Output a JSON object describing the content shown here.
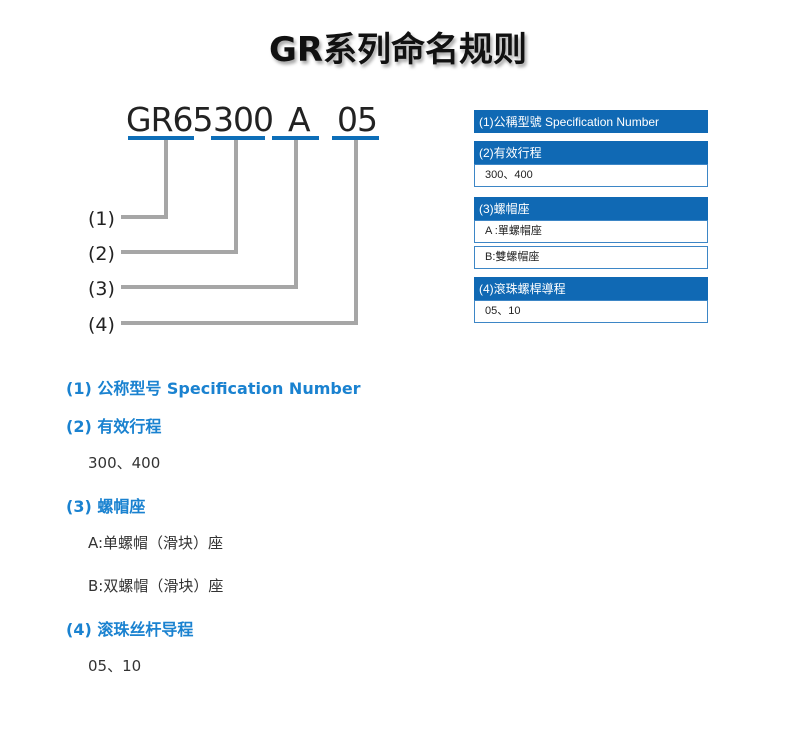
{
  "title": "GR系列命名规则",
  "code_parts": [
    "GR65",
    "300",
    "A",
    "05"
  ],
  "labels": [
    "(1)",
    "(2)",
    "(3)",
    "(4)"
  ],
  "spec_table": {
    "section1_title": "(1)公稱型號 Specification Number",
    "section2_title": "(2)有效行程",
    "section2_rows": [
      "300、400"
    ],
    "section3_title": "(3)螺帽座",
    "section3_rows": [
      "A :單螺帽座",
      "B:雙螺帽座"
    ],
    "section4_title": "(4)滾珠螺桿導程",
    "section4_rows": [
      "05、10"
    ]
  },
  "sections": [
    {
      "heading": "(1)  公称型号 Specification Number",
      "items": []
    },
    {
      "heading": "(2)  有效行程",
      "items": [
        "300、400"
      ]
    },
    {
      "heading": "(3)  螺帽座",
      "items": [
        "A:单螺帽（滑块）座",
        "B:双螺帽（滑块）座"
      ]
    },
    {
      "heading": "(4)  滚珠丝杆导程",
      "items": [
        "05、10"
      ]
    }
  ],
  "colors": {
    "accent": "#1a82d0",
    "table_header": "#1069b4",
    "underline": "#0d6eb8",
    "connector": "#a6a6a6"
  }
}
